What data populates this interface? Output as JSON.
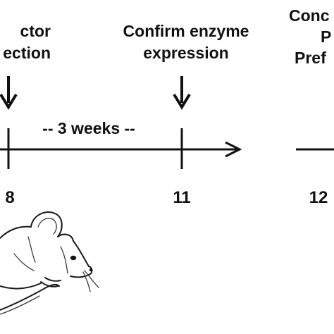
{
  "events": [
    {
      "id": "vector-injection",
      "lines": [
        "ctor",
        "ection"
      ]
    },
    {
      "id": "confirm-expression",
      "lines": [
        "Confirm enzyme",
        "expression"
      ]
    },
    {
      "id": "conduct-assay",
      "lines": [
        "Conc",
        "P",
        "Pref"
      ]
    }
  ],
  "interval_label": "-- 3 weeks --",
  "timepoints": [
    {
      "id": "t8",
      "label": "8"
    },
    {
      "id": "t11",
      "label": "11"
    },
    {
      "id": "t12",
      "label": "12"
    }
  ],
  "colors": {
    "ink": "#111111",
    "background": "#ffffff"
  },
  "icons": [
    "down-arrow-icon",
    "mouse-illustration"
  ]
}
